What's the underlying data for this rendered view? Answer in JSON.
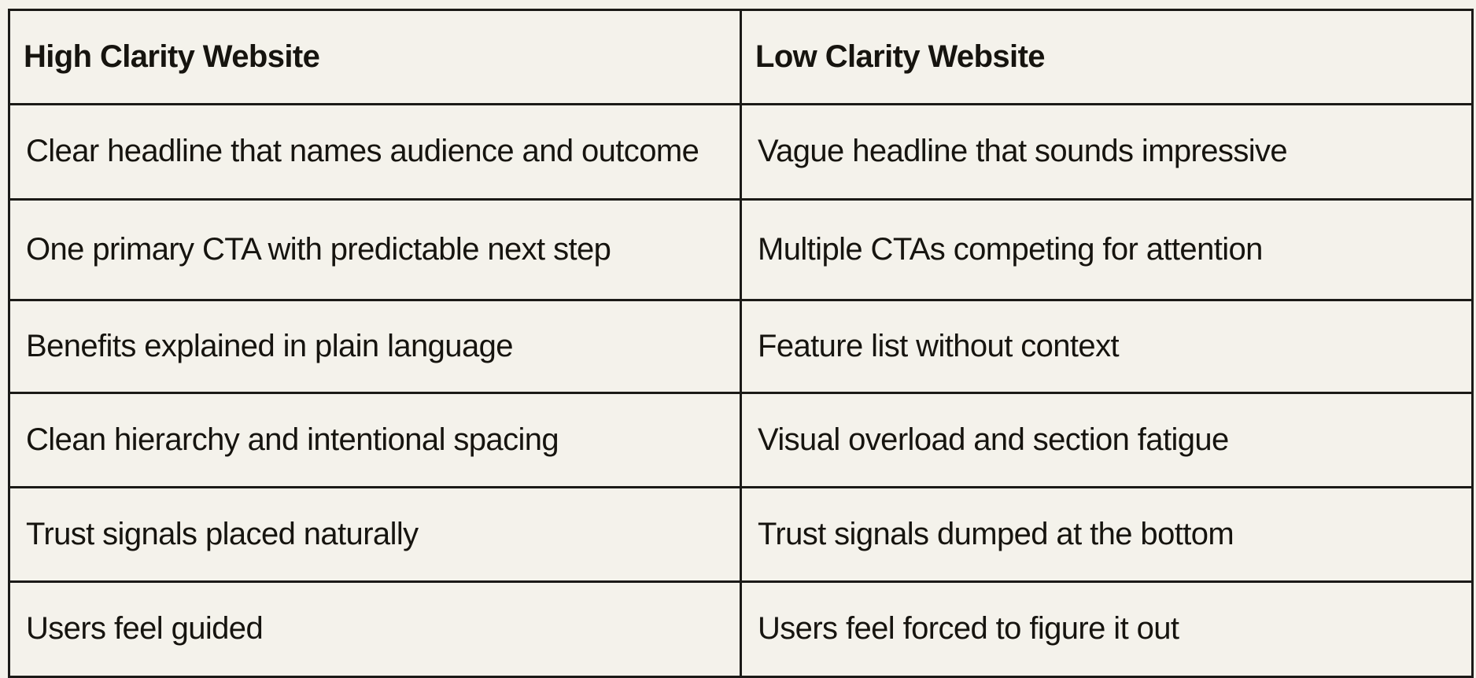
{
  "colors": {
    "background": "#F4F2EB",
    "border": "#1B1A17",
    "text": "#16140F"
  },
  "table": {
    "headers": [
      "High Clarity Website",
      "Low Clarity Website"
    ],
    "rows": [
      [
        "Clear headline that names audience and outcome",
        "Vague headline that sounds impressive"
      ],
      [
        "One primary CTA with predictable next step",
        "Multiple CTAs competing for attention"
      ],
      [
        "Benefits explained in plain language",
        "Feature list without context"
      ],
      [
        "Clean hierarchy and intentional spacing",
        "Visual overload and section fatigue"
      ],
      [
        "Trust signals placed naturally",
        "Trust signals dumped at the bottom"
      ],
      [
        "Users feel guided",
        "Users feel forced to figure it out"
      ]
    ]
  }
}
